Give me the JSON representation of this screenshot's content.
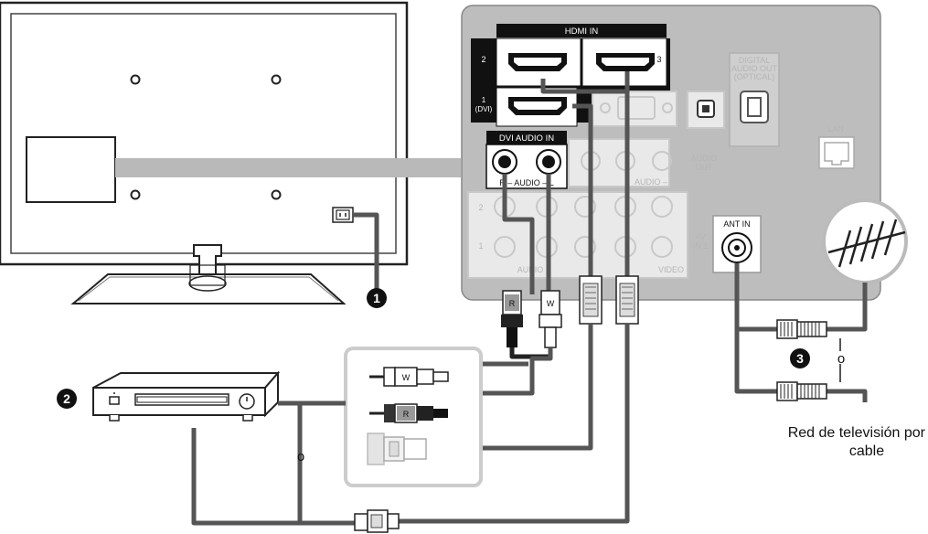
{
  "panel": {
    "hdmi_in": "HDMI IN",
    "hdmi_port_2": "2",
    "hdmi_port_3": "3",
    "hdmi_port_1_line1": "1",
    "hdmi_port_1_line2": "(DVI)",
    "dvi_audio_in": "DVI AUDIO IN",
    "dvi_audio_channels": "R – AUDIO – L",
    "digital_audio_out_line1": "DIGITAL",
    "digital_audio_out_line2": "AUDIO OUT",
    "digital_audio_out_line3": "(OPTICAL)",
    "lan": "LAN",
    "audio_out_line1": "AUDIO",
    "audio_out_line2": "OUT",
    "audio_out_channels": "AUDIO –",
    "ant_in": "ANT IN",
    "av_in_line1": "AV",
    "av_in_line2": "IN 1",
    "video": "VIDEO",
    "component_audio": "AUDIO",
    "row_2": "2",
    "row_1": "1"
  },
  "plugs": {
    "red": "R",
    "white": "W"
  },
  "callouts": {
    "power": "1",
    "device": "2",
    "antenna": "3"
  },
  "or_labels": {
    "antenna_or": "o",
    "device_or": "o"
  },
  "cable_network": {
    "line1": "Red de televisión por",
    "line2": "cable"
  },
  "colors": {
    "panel_gray": "#bdbdbd",
    "cable_gray": "#555555",
    "ghost_box": "#cccccc"
  }
}
